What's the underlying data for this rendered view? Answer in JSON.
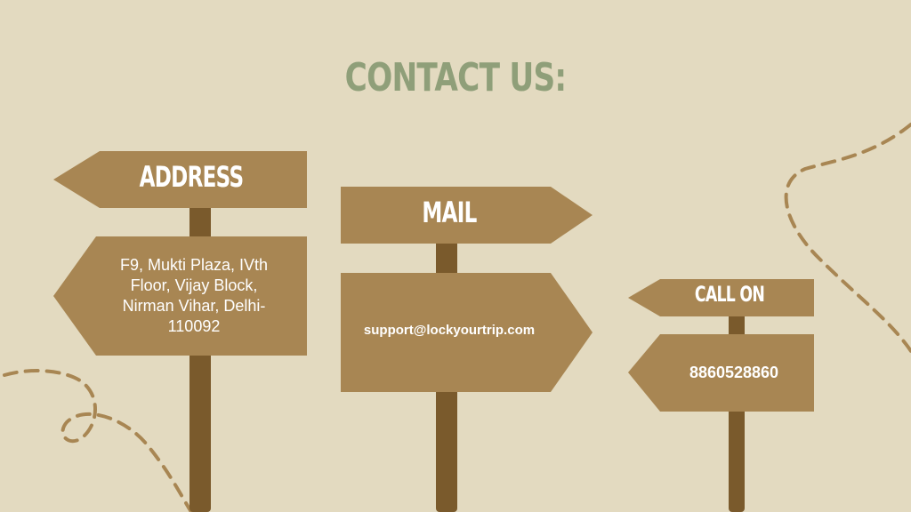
{
  "title": "CONTACT US:",
  "signs": {
    "address": {
      "heading": "ADDRESS",
      "body": "F9, Mukti Plaza, IVth Floor, Vijay Block, Nirman Vihar, Delhi-110092"
    },
    "mail": {
      "heading": "MAIL",
      "body": "support@lockyourtrip.com"
    },
    "call": {
      "heading": "CALL ON",
      "body": "8860528860"
    }
  },
  "colors": {
    "background": "#e3dac0",
    "sign": "#a88653",
    "post": "#7a5a2c",
    "title": "#8f9f79",
    "dash": "#a88653"
  }
}
